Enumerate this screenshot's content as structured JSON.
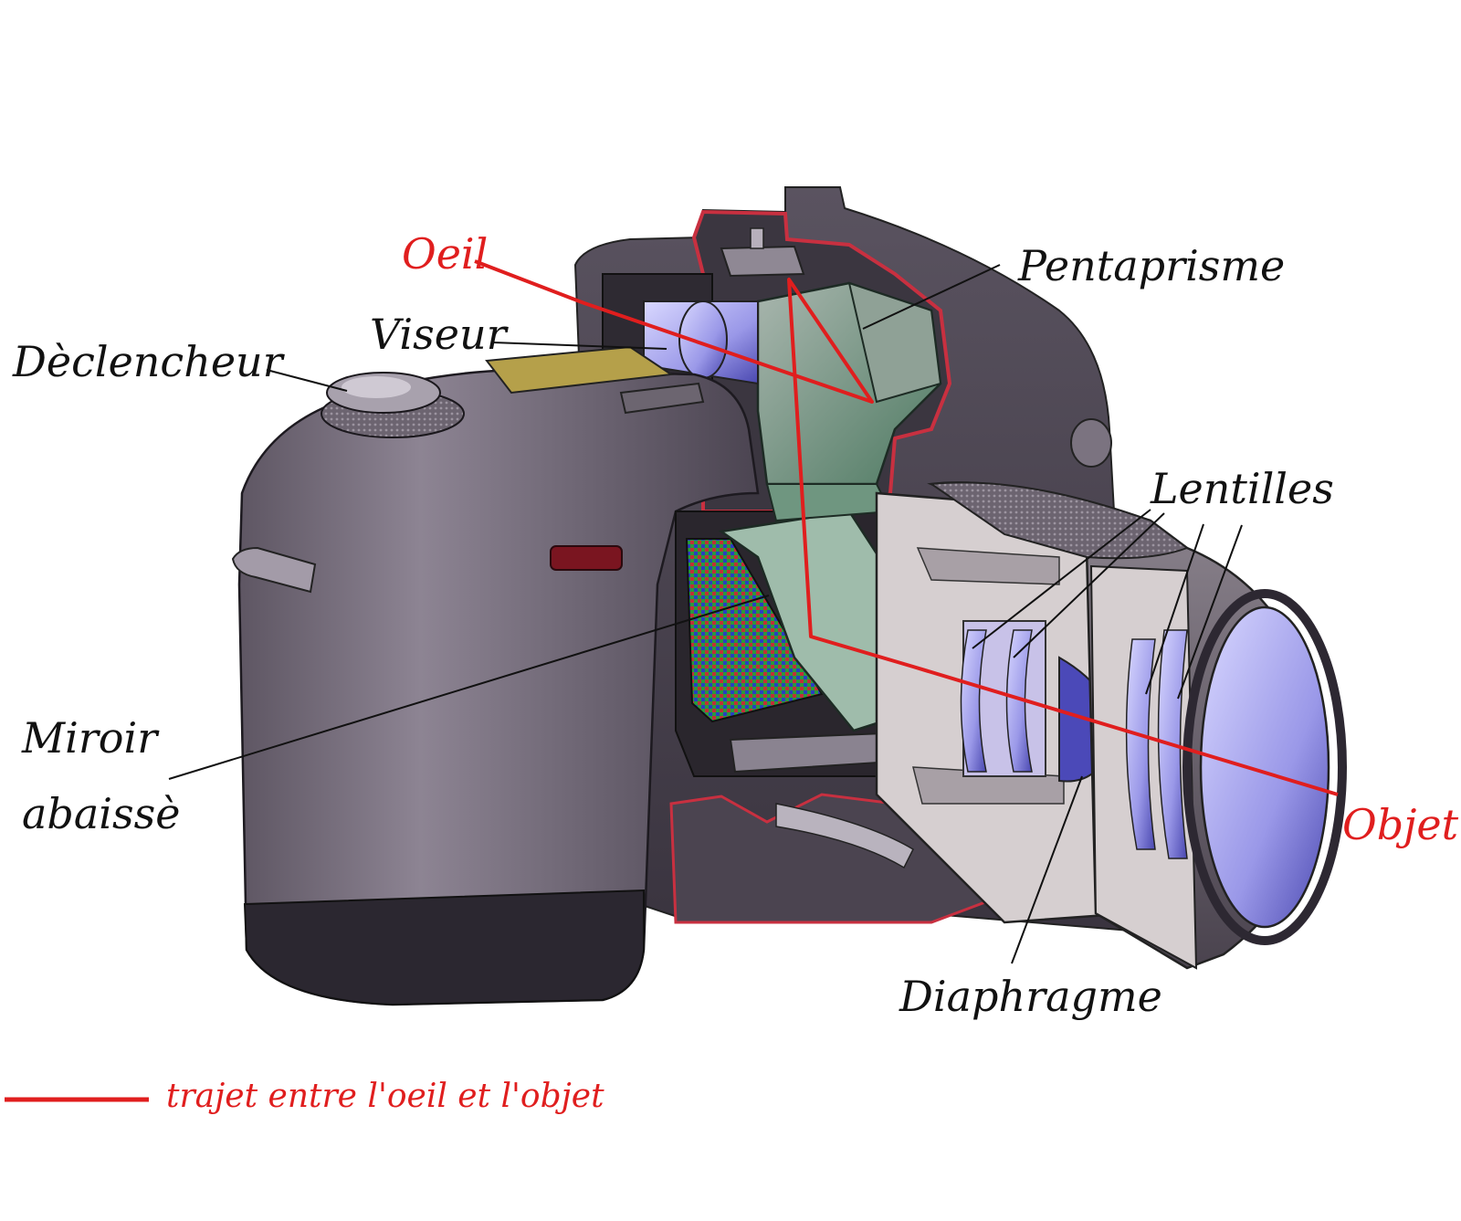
{
  "labels": {
    "oeil": "Oeil",
    "pentaprisme": "Pentaprisme",
    "viseur": "Viseur",
    "declencheur": "Dèclencheur",
    "lentilles": "Lentilles",
    "miroir_line1": "Miroir",
    "miroir_line2": "abaissè",
    "objet": "Objet",
    "diaphragme": "Diaphragme"
  },
  "legend": {
    "text": "trajet entre l'oeil et l'objet",
    "color": "#e01e1e"
  },
  "colors": {
    "body": "#6e6470",
    "body_dark": "#3a3340",
    "prism": "#5e8a74",
    "lens": "#b8b6f0",
    "light_path": "#e01e1e"
  }
}
